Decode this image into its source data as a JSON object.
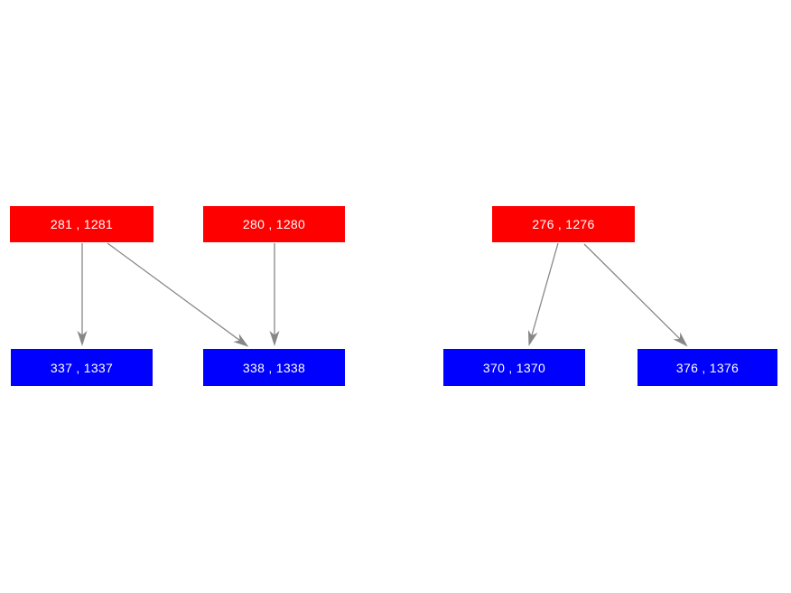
{
  "diagram": {
    "background_color": "#ffffff",
    "node_text_color": "#ffffff",
    "parent_color": "#ff0000",
    "child_color": "#0000ff",
    "edge_color": "#878787",
    "nodes": [
      {
        "id": "281-1281",
        "label": "281 , 1281",
        "role": "parent"
      },
      {
        "id": "280-1280",
        "label": "280 , 1280",
        "role": "parent"
      },
      {
        "id": "276-1276",
        "label": "276 , 1276",
        "role": "parent"
      },
      {
        "id": "337-1337",
        "label": "337 , 1337",
        "role": "child"
      },
      {
        "id": "338-1338",
        "label": "338 , 1338",
        "role": "child"
      },
      {
        "id": "370-1370",
        "label": "370 , 1370",
        "role": "child"
      },
      {
        "id": "376-1376",
        "label": "376 , 1376",
        "role": "child"
      }
    ],
    "edges": [
      {
        "from": "281 , 1281",
        "to": "337 , 1337"
      },
      {
        "from": "281 , 1281",
        "to": "338 , 1338"
      },
      {
        "from": "280 , 1280",
        "to": "338 , 1338"
      },
      {
        "from": "276 , 1276",
        "to": "370 , 1370"
      },
      {
        "from": "276 , 1276",
        "to": "376 , 1376"
      }
    ]
  }
}
